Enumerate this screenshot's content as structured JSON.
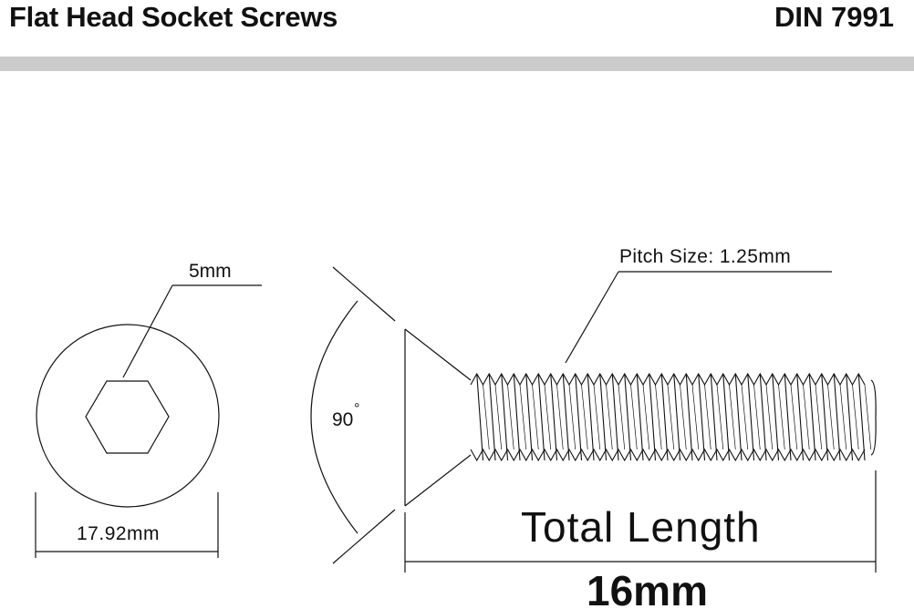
{
  "header": {
    "title": "Flat Head Socket Screws",
    "standard": "DIN 7991",
    "bar_color": "#cbcbcb"
  },
  "diagram": {
    "hex_socket_label": "5mm",
    "head_diameter_label": "17.92mm",
    "angle_label": "90",
    "angle_unit": "°",
    "pitch_label": "Pitch Size: 1.25mm",
    "total_length_label": "Total Length",
    "length_value": "16mm",
    "length_value_color": "#e8431f"
  }
}
